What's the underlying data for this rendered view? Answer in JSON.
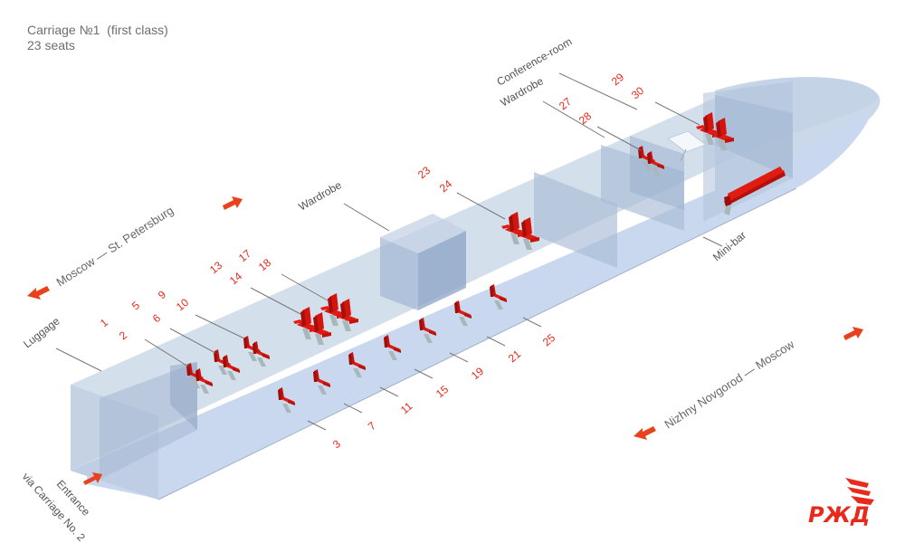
{
  "header": {
    "title": "Carriage №1  (first class)",
    "seats_count": "23 seats"
  },
  "colors": {
    "seat": "#e01b12",
    "seat_dark": "#a80f0a",
    "leg": "#a9b7bb",
    "floor": "#c9d8ee",
    "wall": "#b7c8dd",
    "partition": "#9fb3cf",
    "label_number": "#e8291c",
    "label_text": "#555555",
    "arrow": "#e8411c",
    "logo": "#e8291c"
  },
  "labels": {
    "luggage": "Luggage",
    "wardrobe_1": "Wardrobe",
    "wardrobe_2": "Wardrobe",
    "conference_room": "Conference-room",
    "mini_bar": "Mini-bar",
    "entrance_line1": "Entrance",
    "entrance_line2": "via Carriage No. 2"
  },
  "routes": {
    "top": "Moscow — St. Petersburg",
    "bottom": "Nizhny Novgorod — Moscow"
  },
  "seat_numbers": {
    "s1": "1",
    "s2": "2",
    "s3": "3",
    "s5": "5",
    "s6": "6",
    "s7": "7",
    "s9": "9",
    "s10": "10",
    "s11": "11",
    "s13": "13",
    "s14": "14",
    "s15": "15",
    "s17": "17",
    "s18": "18",
    "s19": "19",
    "s21": "21",
    "s23": "23",
    "s24": "24",
    "s25": "25",
    "s27": "27",
    "s28": "28",
    "s29": "29",
    "s30": "30"
  },
  "logo": {
    "text": "РЖД"
  }
}
